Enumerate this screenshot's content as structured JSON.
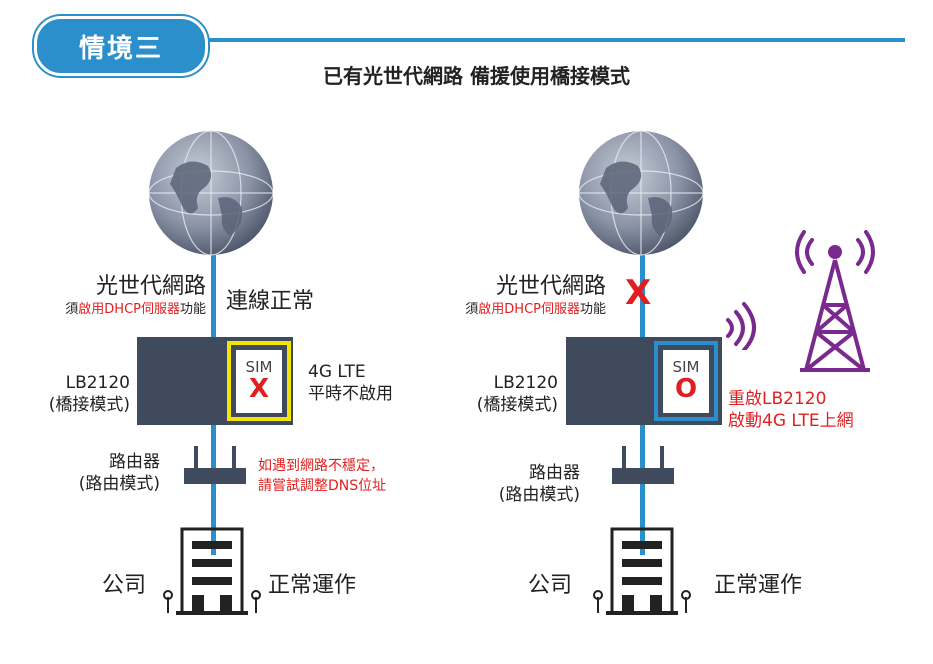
{
  "header": {
    "badge": "情境三",
    "subtitle": "已有光世代網路 備援使用橋接模式"
  },
  "left_scenario": {
    "fiber_label": "光世代網路",
    "fiber_note_prefix": "須",
    "fiber_note_highlight": "啟用DHCP伺服器",
    "fiber_note_suffix": "功能",
    "status_label": "連線正常",
    "device_name": "LB2120",
    "device_mode": "(橋接模式)",
    "sim_label": "SIM",
    "sim_mark": "X",
    "lte_line1": "4G LTE",
    "lte_line2": "平時不啟用",
    "router_name": "路由器",
    "router_mode": "(路由模式)",
    "warning_line1": "如遇到網路不穩定，",
    "warning_line2": "請嘗試調整DNS位址",
    "company_label": "公司",
    "company_status": "正常運作"
  },
  "right_scenario": {
    "fiber_label": "光世代網路",
    "fiber_note_prefix": "須",
    "fiber_note_highlight": "啟用DHCP伺服器",
    "fiber_note_suffix": "功能",
    "fail_mark": "X",
    "device_name": "LB2120",
    "device_mode": "(橋接模式)",
    "sim_label": "SIM",
    "sim_mark": "O",
    "restart_line1": "重啟LB2120",
    "restart_line2": "啟動4G LTE上網",
    "router_name": "路由器",
    "router_mode": "(路由模式)",
    "company_label": "公司",
    "company_status": "正常運作"
  },
  "colors": {
    "accent_blue": "#2a8fca",
    "device_gray": "#3f4a5c",
    "highlight_yellow": "#f2e600",
    "alert_red": "#e02020",
    "tower_purple": "#7a2a8e"
  },
  "icons": [
    "globe-icon",
    "router-icon",
    "building-icon",
    "cell-tower-icon",
    "wireless-signal-icon",
    "sim-card-icon"
  ]
}
